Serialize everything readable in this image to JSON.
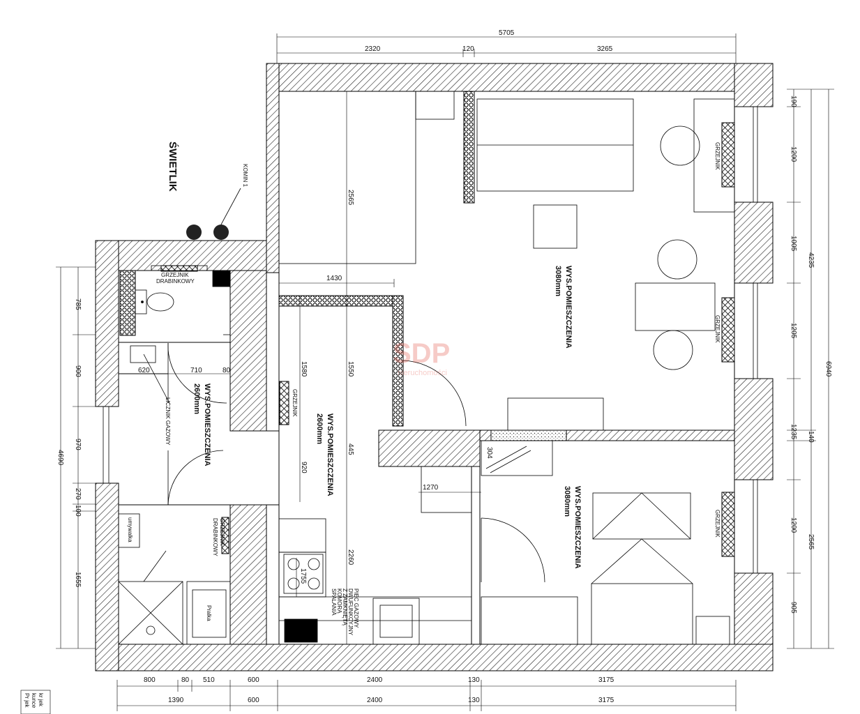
{
  "plan": {
    "skylight": "ŚWIETLIK",
    "chimney": "KOMIN 1",
    "watermark": "SDP",
    "watermark_sub": "nieruchomości",
    "rooms": [
      {
        "line1": "WYS.POMIESZCZENIA",
        "line2": "3080mm"
      },
      {
        "line1": "WYS.POMIESZCZENIA",
        "line2": "3080mm"
      },
      {
        "line1": "WYS.POMIESZCZENIA",
        "line2": "2600mm"
      },
      {
        "line1": "WYS.POMIESZCZENIA",
        "line2": "2600mm"
      }
    ],
    "labels": {
      "radiator": "GRZEJNIK",
      "ladder_radiator_1": "GRZEJNIK",
      "ladder_radiator_2": "DRABINKOWY",
      "gas_meter": "LICZNIK GAZOWY",
      "washbasin": "umywalka",
      "washer": "Pralka",
      "stove_1": "PIEC GAZOWY",
      "stove_2": "DWUFUNKCYJNY",
      "stove_3": "Z ZAMKNIĘTĄ",
      "stove_4": "KOMORĄ",
      "stove_5": "SPALANIA"
    },
    "dims": {
      "top_total": "5705",
      "top_a": "2320",
      "top_b": "120",
      "top_c": "3265",
      "right_1": "190",
      "right_2": "1200",
      "right_3": "1005",
      "right_4": "1205",
      "right_5": "1235",
      "right_6": "140",
      "right_7": "1200",
      "right_8": "905",
      "right_sum_a": "4235",
      "right_sum_b": "2565",
      "right_total": "6940",
      "left_1": "785",
      "left_2": "900",
      "left_3": "970",
      "left_4": "270",
      "left_5": "100",
      "left_6": "1655",
      "left_total": "4690",
      "bottom_a1": "800",
      "bottom_a2": "80",
      "bottom_a3": "510",
      "bottom_a4": "600",
      "bottom_a5": "2400",
      "bottom_a6": "130",
      "bottom_a7": "3175",
      "bottom_b1": "1390",
      "bottom_b2": "600",
      "bottom_b3": "2400",
      "bottom_b4": "130",
      "bottom_b5": "3175",
      "inner_1430": "1430",
      "inner_2565": "2565",
      "inner_1580": "1580",
      "inner_1550": "1550",
      "inner_445": "445",
      "inner_920": "920",
      "inner_2260": "2260",
      "inner_1755": "1755",
      "inner_1270": "1270",
      "inner_304": "304",
      "inner_620": "620",
      "inner_710": "710",
      "inner_80": "80"
    },
    "corner_text": [
      "Pr jek",
      "kunce",
      "kr jek"
    ]
  }
}
